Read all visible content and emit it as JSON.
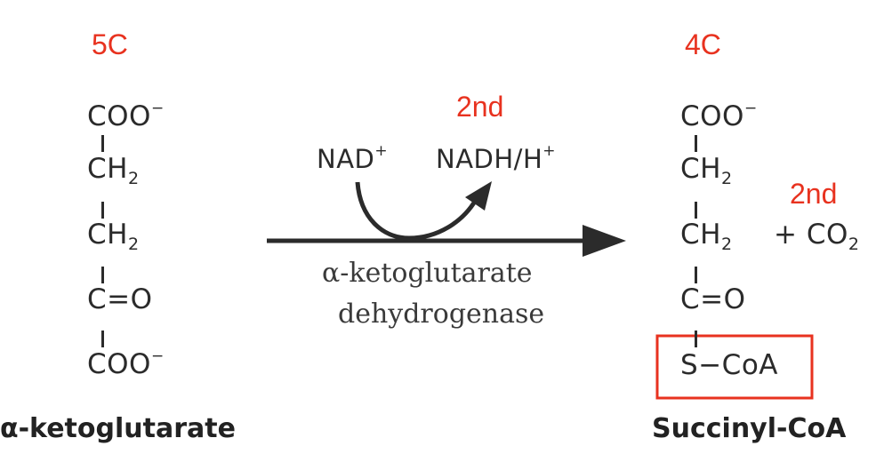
{
  "annotations": {
    "left_carbon_count": "5C",
    "right_carbon_count": "4C",
    "nadh_note": "2nd",
    "co2_note": "2nd"
  },
  "left_molecule": {
    "groups": [
      "COO",
      "CH",
      "CH",
      "C",
      "COO"
    ],
    "charge_top": "−",
    "charge_bottom": "−",
    "sub_2": "2",
    "double_bond": "=",
    "oxygen": "O",
    "name": "α-ketoglutarate"
  },
  "right_molecule": {
    "groups": [
      "COO",
      "CH",
      "CH",
      "C",
      "S"
    ],
    "charge_top": "−",
    "sub_2": "2",
    "double_bond": "=",
    "oxygen": "O",
    "coa_bond": "−",
    "coa": "CoA",
    "name": "Succinyl-CoA"
  },
  "reaction": {
    "cofactor_in": "NAD",
    "cofactor_in_sup": "+",
    "cofactor_out": "NADH/H",
    "cofactor_out_sup": "+",
    "enzyme_line1": "α-ketoglutarate",
    "enzyme_line2": "dehydrogenase",
    "byproduct_prefix": "+ CO",
    "byproduct_sub": "2"
  },
  "colors": {
    "annotation": "#e8321f",
    "text": "#2b2b2b",
    "highlight_box": "#e8321f"
  }
}
